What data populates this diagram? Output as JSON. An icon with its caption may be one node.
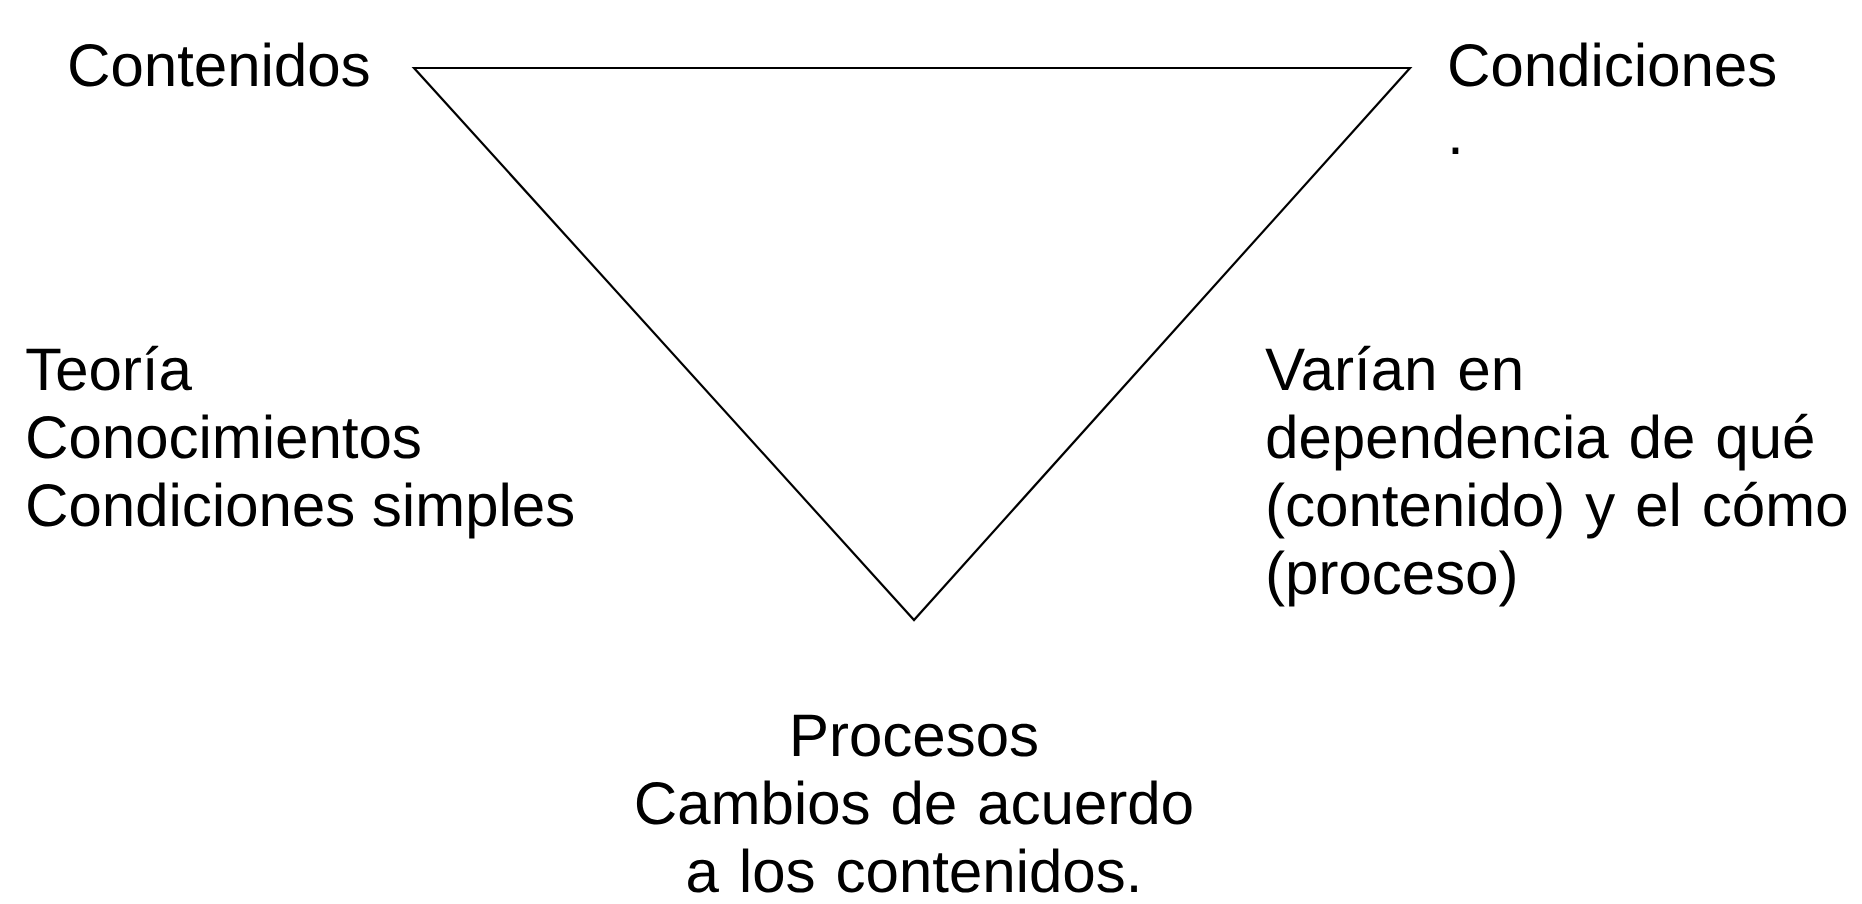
{
  "diagram": {
    "nodes": [
      {
        "text": [],
        "shape": "triangle"
      }
    ],
    "labels": [
      "Contenidos",
      "Condiciones .",
      "Teoría",
      "Conocimientos",
      "Condiciones simples",
      "Varían en dependencia de qué (contenido) y el cómo (proceso)",
      "Procesos",
      "Cambios de acuerdo a los contenidos."
    ]
  }
}
